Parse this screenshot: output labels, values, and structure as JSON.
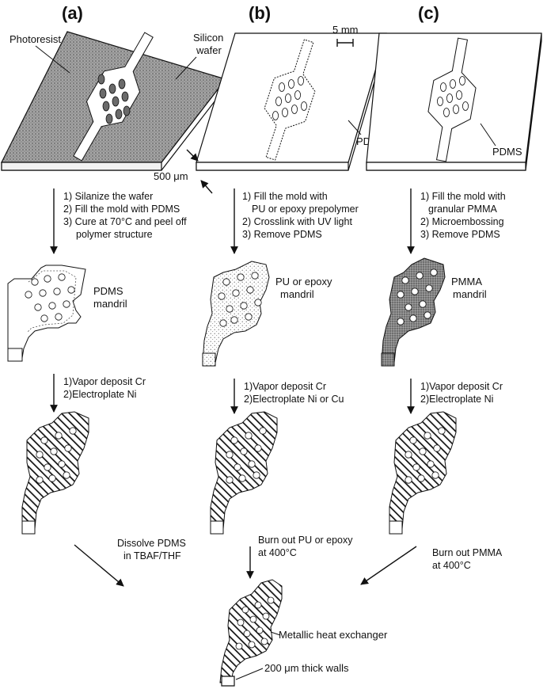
{
  "columns": [
    {
      "header": "(a)",
      "top_labels": {
        "photoresist": "Photoresist",
        "wafer_line1": "Silicon",
        "wafer_line2": "wafer"
      },
      "steps1": [
        "1) Silanize the wafer",
        "2) Fill the mold with PDMS",
        "3) Cure at 70°C and peel off",
        "polymer structure"
      ],
      "mandril_line1": "PDMS",
      "mandril_line2": "mandril",
      "steps2": [
        "1)Vapor deposit Cr",
        "2)Electroplate Ni"
      ],
      "final_step": [
        "Dissolve PDMS",
        "in TBAF/THF"
      ]
    },
    {
      "header": "(b)",
      "top_labels": {
        "scale": "5 mm",
        "material": "PDMS",
        "thickness": "500 μm"
      },
      "steps1": [
        "1) Fill the mold with",
        "PU or epoxy prepolymer",
        "2) Crosslink with UV light",
        "3) Remove PDMS"
      ],
      "mandril_line1": "PU or epoxy",
      "mandril_line2": "mandril",
      "steps2": [
        "1)Vapor deposit Cr",
        "2)Electroplate Ni or Cu"
      ],
      "final_step": [
        "Burn out PU or epoxy",
        "at 400°C"
      ]
    },
    {
      "header": "(c)",
      "top_labels": {
        "material": "PDMS"
      },
      "steps1": [
        "1) Fill the mold with",
        "granular PMMA",
        "2) Microembossing",
        "3) Remove PDMS"
      ],
      "mandril_line1": "PMMA",
      "mandril_line2": "mandril",
      "steps2": [
        "1)Vapor deposit Cr",
        "2)Electroplate Ni"
      ],
      "final_step": [
        "Burn out PMMA",
        "at 400°C"
      ]
    }
  ],
  "result": {
    "title": "Metallic heat exchanger",
    "wall_note": "200 μm thick walls"
  }
}
